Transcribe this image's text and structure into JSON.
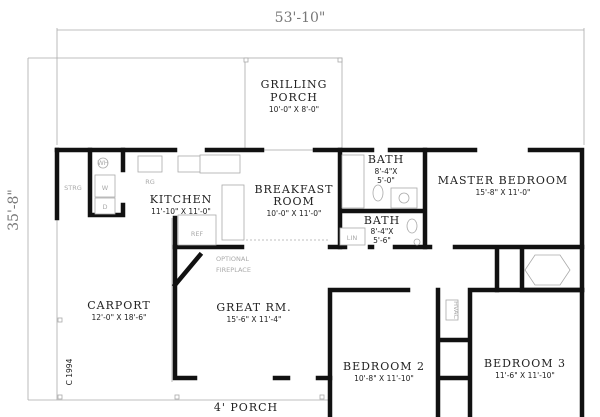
{
  "overall": {
    "width": "53'-10\"",
    "depth": "35'-8\"",
    "copyright": "C 1994"
  },
  "rooms": [
    {
      "name": "GRILLING",
      "name2": "PORCH",
      "size": "10'-0\" X 8'-0\""
    },
    {
      "name": "KITCHEN",
      "size": "11'-10\" X 11'-0\""
    },
    {
      "name": "BREAKFAST",
      "name2": "ROOM",
      "size": "10'-0\" X 11'-0\""
    },
    {
      "name": "BATH",
      "size": "8'-4\"X",
      "size2": "5'-0\""
    },
    {
      "name": "BATH",
      "size": "8'-4\"X",
      "size2": "5'-6\""
    },
    {
      "name": "MASTER BEDROOM",
      "size": "15'-8\" X 11'-0\""
    },
    {
      "name": "CARPORT",
      "size": "12'-0\" X 18'-6\""
    },
    {
      "name": "GREAT RM.",
      "size": "15'-6\" X 11'-4\""
    },
    {
      "name": "BEDROOM 2",
      "size": "10'-8\" X 11'-10\""
    },
    {
      "name": "BEDROOM 3",
      "size": "11'-6\" X 11'-10\""
    },
    {
      "name": "4' PORCH"
    }
  ],
  "labels": {
    "storage": "STRG",
    "range": "RG",
    "refrigerator": "REF",
    "fireplace1": "OPTIONAL",
    "fireplace2": "FIREPLACE",
    "linen": "LIN",
    "hvac": "HVAC",
    "washer": "W",
    "dryer": "D",
    "water_heater": "WH"
  }
}
